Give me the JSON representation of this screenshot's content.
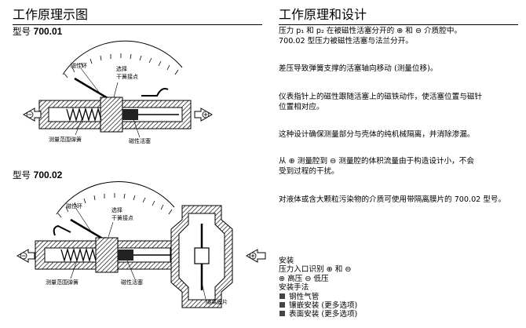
{
  "left": {
    "title": "工作原理示图",
    "model1": {
      "prefix": "型号",
      "code": "700.01"
    },
    "model2": {
      "prefix": "型号",
      "code": "700.02"
    },
    "labels": {
      "magnet_ring": "磁性环",
      "select": "选择",
      "dry_reed": "干簧接点",
      "range_spring": "测量范围弹簧",
      "magnet_piston": "磁性活塞",
      "diaphragm": "隔离膜片"
    }
  },
  "right": {
    "title": "工作原理和设计",
    "paragraphs": [
      [
        "压力 p₁ 和 p₂ 在被磁性活塞分开的 ⊕ 和 ⊖ 介质腔中。",
        "700.02 型压力被磁性活塞与法兰分开。"
      ],
      [
        "差压导致弹簧支撑的活塞轴向移动 (测量位移)。"
      ],
      [
        "仪表指针上的磁性跟随活塞上的磁铁动作，使活塞位置与磁针",
        "位置相对应。"
      ],
      [
        "这种设计确保测量部分与壳体的纯机械隔离，并消除渗漏。"
      ],
      [
        "从 ⊕ 测量腔到 ⊖ 测量腔的体积流量由于构造设计小，不会",
        "受到过程的干扰。"
      ],
      [
        "对液体或含大颗粒污染物的介质可使用带隔离膜片的 700.02 型号。"
      ]
    ],
    "install": {
      "title": "安装",
      "line1": "压力入口识别 ⊕ 和 ⊖",
      "line2": "⊕ 高压  ⊖ 低压",
      "method": "安装手法",
      "options": [
        "钢性气管",
        "镶嵌安装 (更多选项)",
        "表面安装 (更多选项)"
      ]
    }
  }
}
